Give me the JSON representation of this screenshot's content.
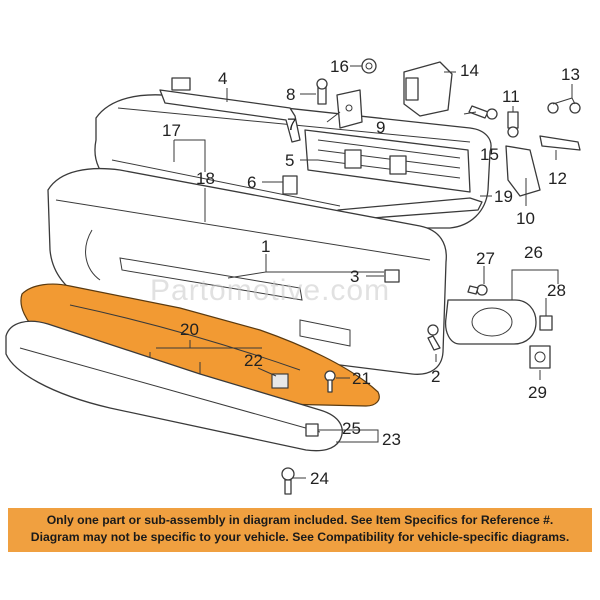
{
  "watermark": "Partomotive.com",
  "highlight_color": "#f29a33",
  "banner_color": "#f0a040",
  "callouts": {
    "c1": "1",
    "c2": "2",
    "c3": "3",
    "c4": "4",
    "c5": "5",
    "c6": "6",
    "c7": "7",
    "c8": "8",
    "c9": "9",
    "c10": "10",
    "c11": "11",
    "c12": "12",
    "c13": "13",
    "c14": "14",
    "c15": "15",
    "c16": "16",
    "c17": "17",
    "c18": "18",
    "c19": "19",
    "c20": "20",
    "c21": "21",
    "c22": "22",
    "c23": "23",
    "c24": "24",
    "c25": "25",
    "c26": "26",
    "c27": "27",
    "c28": "28",
    "c29": "29"
  },
  "notice": {
    "line1": "Only one part or sub-assembly in diagram included. See Item Specifics for Reference #.",
    "line2": "Diagram may not be specific to your vehicle. See Compatibility for vehicle-specific diagrams."
  }
}
